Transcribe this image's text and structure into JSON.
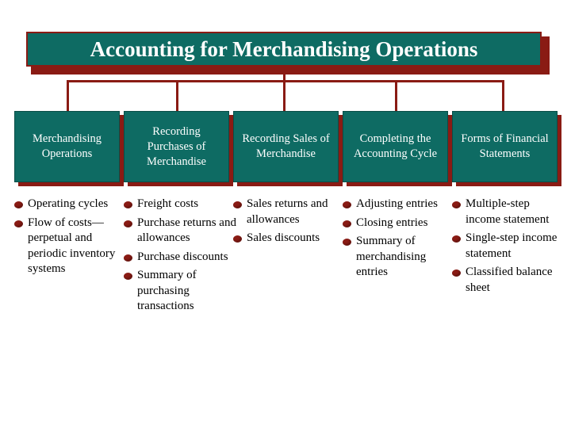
{
  "title": "Accounting for Merchandising Operations",
  "colors": {
    "header_fill": "#0e6b63",
    "accent_shadow": "#8a1b14",
    "title_text": "#ffffff",
    "body_text": "#000000"
  },
  "columns": [
    {
      "heading": "Merchandising Operations",
      "bullets": [
        "Operating cycles",
        "Flow of costs—perpetual and periodic inventory systems"
      ]
    },
    {
      "heading": "Recording Purchases of Merchandise",
      "bullets": [
        "Freight costs",
        "Purchase returns and allowances",
        "Purchase discounts",
        "Summary of purchasing transactions"
      ]
    },
    {
      "heading": "Recording Sales of Merchandise",
      "bullets": [
        "Sales returns and allowances",
        "Sales discounts"
      ]
    },
    {
      "heading": "Completing the Accounting Cycle",
      "bullets": [
        "Adjusting entries",
        "Closing entries",
        "Summary of merchandising entries"
      ]
    },
    {
      "heading": "Forms of Financial Statements",
      "bullets": [
        "Multiple-step income statement",
        "Single-step income statement",
        "Classified balance sheet"
      ]
    }
  ]
}
